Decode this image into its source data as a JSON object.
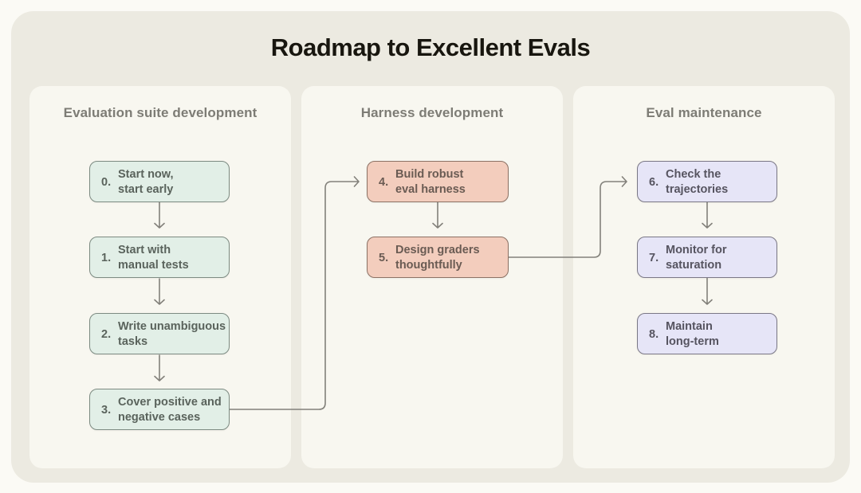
{
  "page": {
    "title": "Roadmap to Excellent Evals"
  },
  "diagram": {
    "line_color": "#82807A",
    "columns": [
      {
        "header": "Evaluation suite development",
        "fill": "#E2EFE7",
        "border": "#7C8A81",
        "text_color": "#5A635C",
        "steps": [
          {
            "num": "0.",
            "line1": "Start now,",
            "line2": "start early"
          },
          {
            "num": "1.",
            "line1": "Start with",
            "line2": "manual tests"
          },
          {
            "num": "2.",
            "line1": "Write unambiguous",
            "line2": "tasks"
          },
          {
            "num": "3.",
            "line1": "Cover positive and",
            "line2": "negative cases"
          }
        ]
      },
      {
        "header": "Harness development",
        "fill": "#F3CDBD",
        "border": "#8C7164",
        "text_color": "#6A5B53",
        "steps": [
          {
            "num": "4.",
            "line1": "Build robust",
            "line2": "eval harness"
          },
          {
            "num": "5.",
            "line1": "Design graders",
            "line2": "thoughtfully"
          }
        ]
      },
      {
        "header": "Eval maintenance",
        "fill": "#E6E5F7",
        "border": "#7A7785",
        "text_color": "#565460",
        "steps": [
          {
            "num": "6.",
            "line1": "Check the",
            "line2": "trajectories"
          },
          {
            "num": "7.",
            "line1": "Monitor for",
            "line2": "saturation"
          },
          {
            "num": "8.",
            "line1": "Maintain",
            "line2": "long-term"
          }
        ]
      }
    ]
  }
}
